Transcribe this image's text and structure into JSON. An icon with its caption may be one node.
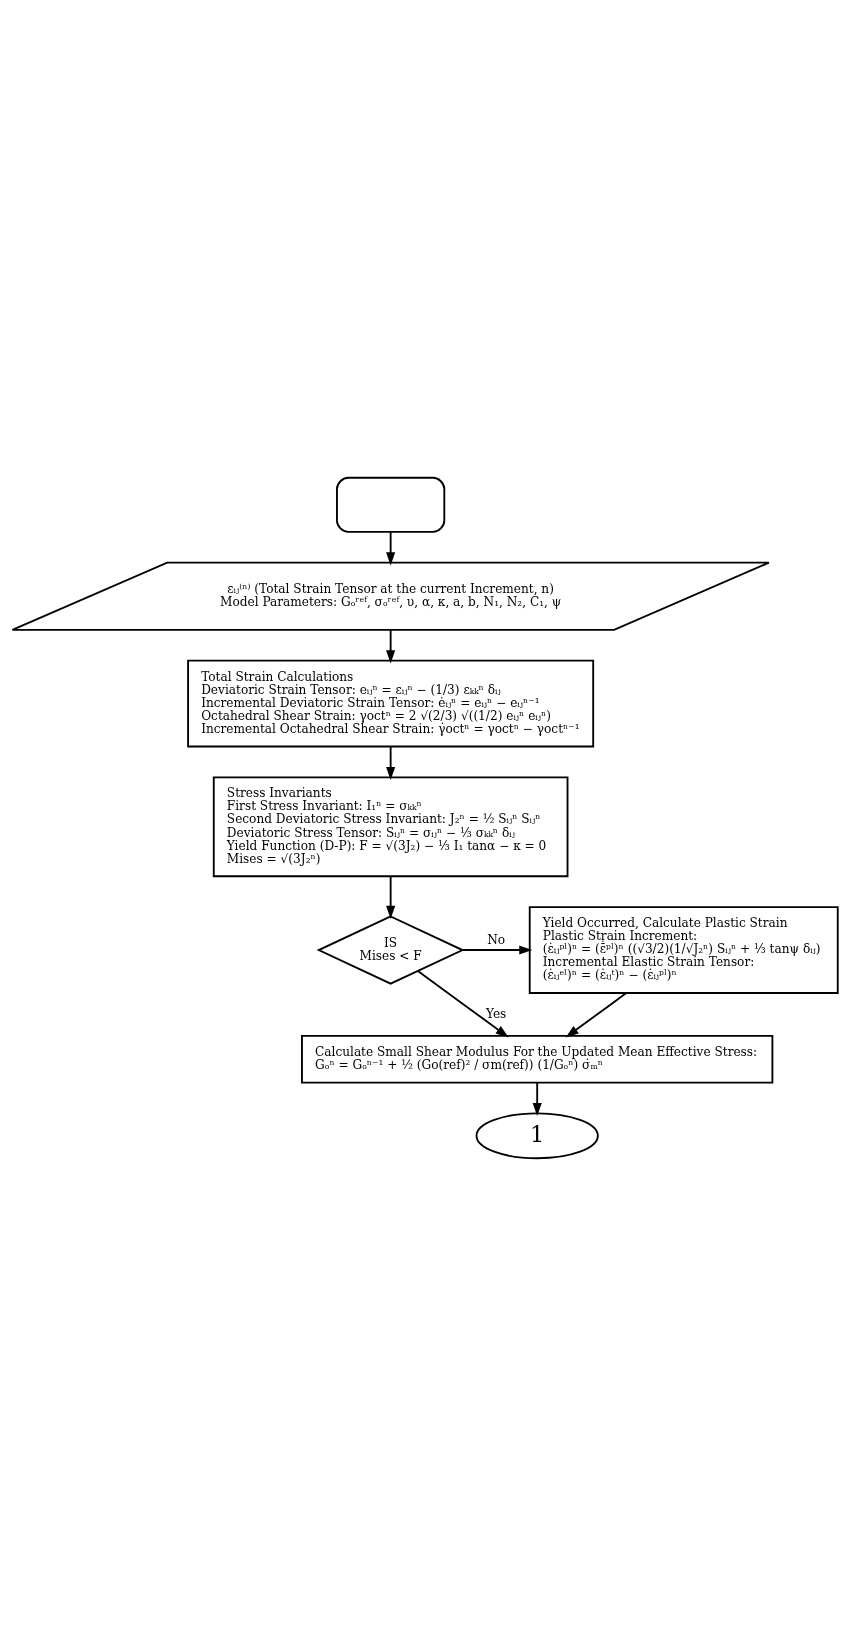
{
  "diagram": {
    "nodes": [
      {
        "text": [],
        "shape": "box"
      },
      {
        "text": [
          "εᵢⱼ⁽ⁿ⁾ (Total Strain Tensor at the current Increment, n)",
          "Model Parameters: Gₒʳᵉᶠ, σₒʳᵉᶠ, υ, α, κ, a, b, N₁, N₂, C₁, ψ"
        ]
      },
      {
        "text": [
          "Total Strain Calculations",
          "Deviatoric Strain Tensor: eᵢⱼⁿ = εᵢⱼⁿ − (1/3) εₖₖⁿ δᵢⱼ",
          "Incremental Deviatoric Strain Tensor: ėᵢⱼⁿ = eᵢⱼⁿ − eᵢⱼⁿ⁻¹",
          "Octahedral Shear Strain: γoctⁿ = 2 √(2/3) √((1/2) eᵢⱼⁿ eᵢⱼⁿ)",
          "Incremental Octahedral Shear Strain: γ̇octⁿ = γoctⁿ − γoctⁿ⁻¹"
        ]
      },
      {
        "text": [
          "Stress Invariants",
          "First Stress Invariant: I₁ⁿ = σₖₖⁿ",
          "Second Deviatoric Stress Invariant: J₂ⁿ = ½ Sᵢⱼⁿ Sᵢⱼⁿ",
          "Deviatoric Stress Tensor: Sᵢⱼⁿ = σᵢⱼⁿ − ⅓ σₖₖⁿ δᵢⱼ",
          "Yield Function (D-P): F = √(3J₂) − ⅓ I₁ tanα − κ = 0",
          "Mises = √(3J₂ⁿ)"
        ]
      },
      {
        "text": [
          "IS",
          "Mises < F"
        ]
      },
      {
        "text": [
          "Yield Occurred, Calculate Plastic Strain",
          "Plastic Strain Increment:",
          "(ε̇ᵢⱼᵖˡ)ⁿ = (ε̄̇ᵖˡ)ⁿ ((√3/2)(1/√J₂ⁿ) Sᵢⱼⁿ + ⅓ tanψ δᵢⱼ)",
          "Incremental Elastic Strain Tensor:",
          "(ε̇ᵢⱼᵉˡ)ⁿ = (ε̇ᵢⱼᵗ)ⁿ − (ε̇ᵢⱼᵖˡ)ⁿ"
        ]
      },
      {
        "text": [
          "Calculate Small Shear Modulus For the Updated Mean Effective Stress:",
          "Gₒⁿ = Gₒⁿ⁻¹ + ½ (Go(ref)² / σm(ref)) (1/Gₒⁿ) σ̇ₘⁿ"
        ]
      },
      {
        "text": [
          "1"
        ]
      }
    ],
    "edges": [
      {
        "from": 0,
        "to": 1,
        "arrow": "to"
      },
      {
        "from": 1,
        "to": 2,
        "arrow": "to"
      },
      {
        "from": 2,
        "to": 3,
        "arrow": "to"
      },
      {
        "from": 3,
        "to": 4,
        "arrow": "to"
      },
      {
        "from": 4,
        "to": 5,
        "arrow": "to",
        "label": "No"
      },
      {
        "from": 4,
        "to": 6,
        "arrow": "to",
        "label": "Yes"
      },
      {
        "from": 5,
        "to": 6,
        "arrow": "to"
      },
      {
        "from": 6,
        "to": 7,
        "arrow": "to"
      }
    ]
  }
}
